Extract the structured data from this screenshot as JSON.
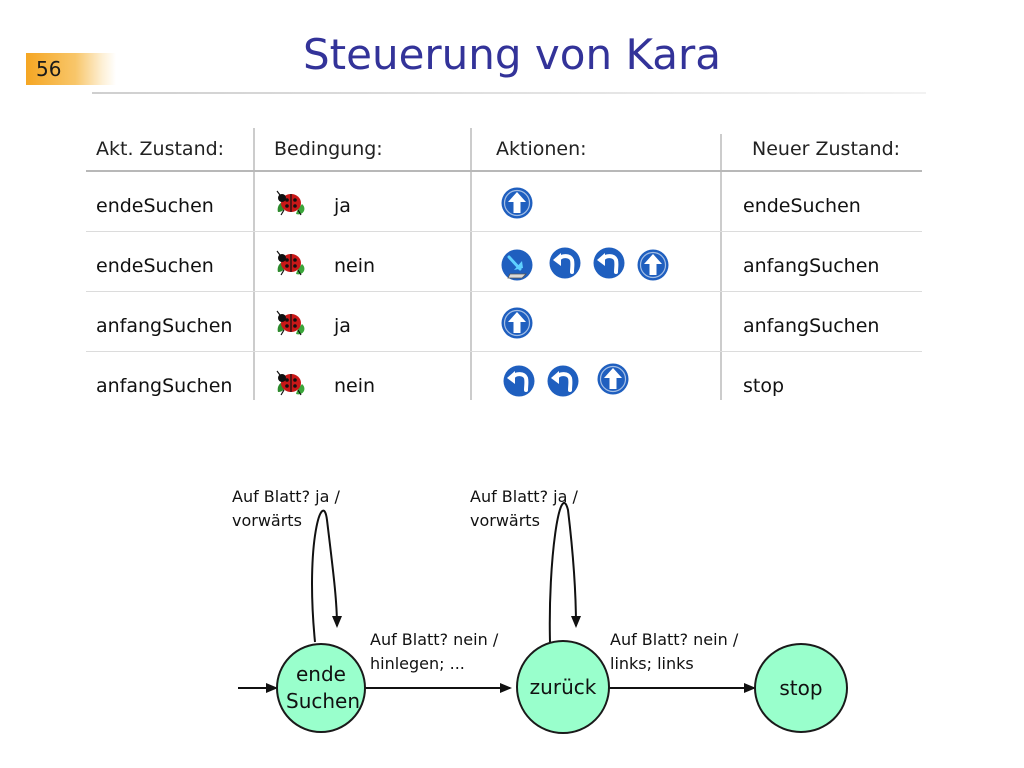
{
  "slide": {
    "number": "56",
    "title": "Steuerung von Kara"
  },
  "table": {
    "headers": [
      "Akt. Zustand:",
      "Bedingung:",
      "Aktionen:",
      "Neuer Zustand:"
    ],
    "rows": [
      {
        "state": "endeSuchen",
        "condition": "ja",
        "actions": [
          "arrow-up-icon"
        ],
        "next": "endeSuchen"
      },
      {
        "state": "endeSuchen",
        "condition": "nein",
        "actions": [
          "put-leaf-icon",
          "turn-left-icon",
          "turn-left-icon",
          "arrow-up-icon"
        ],
        "next": "anfangSuchen"
      },
      {
        "state": "anfangSuchen",
        "condition": "ja",
        "actions": [
          "arrow-up-icon"
        ],
        "next": "anfangSuchen"
      },
      {
        "state": "anfangSuchen",
        "condition": "nein",
        "actions": [
          "turn-left-icon",
          "turn-left-icon",
          "arrow-up-icon"
        ],
        "next": "stop"
      }
    ],
    "condition_icon": "ladybug-on-leaf-icon"
  },
  "diagram": {
    "nodes": {
      "ende": "ende Suchen",
      "zurueck": "zurück",
      "stop": "stop"
    },
    "labels": {
      "loop_ende_1": "Auf Blatt? ja /",
      "loop_ende_2": "vorwärts",
      "loop_zurueck_1": "Auf Blatt? ja /",
      "loop_zurueck_2": "vorwärts",
      "edge_ende_zurueck_1": "Auf Blatt? nein /",
      "edge_ende_zurueck_2": "hinlegen; ...",
      "edge_zurueck_stop_1": "Auf Blatt? nein /",
      "edge_zurueck_stop_2": "links; links"
    },
    "node_color": "#99ffcc"
  },
  "colors": {
    "title": "#333399",
    "badge": "#f5a623",
    "icon_blue": "#1f5fbf"
  }
}
